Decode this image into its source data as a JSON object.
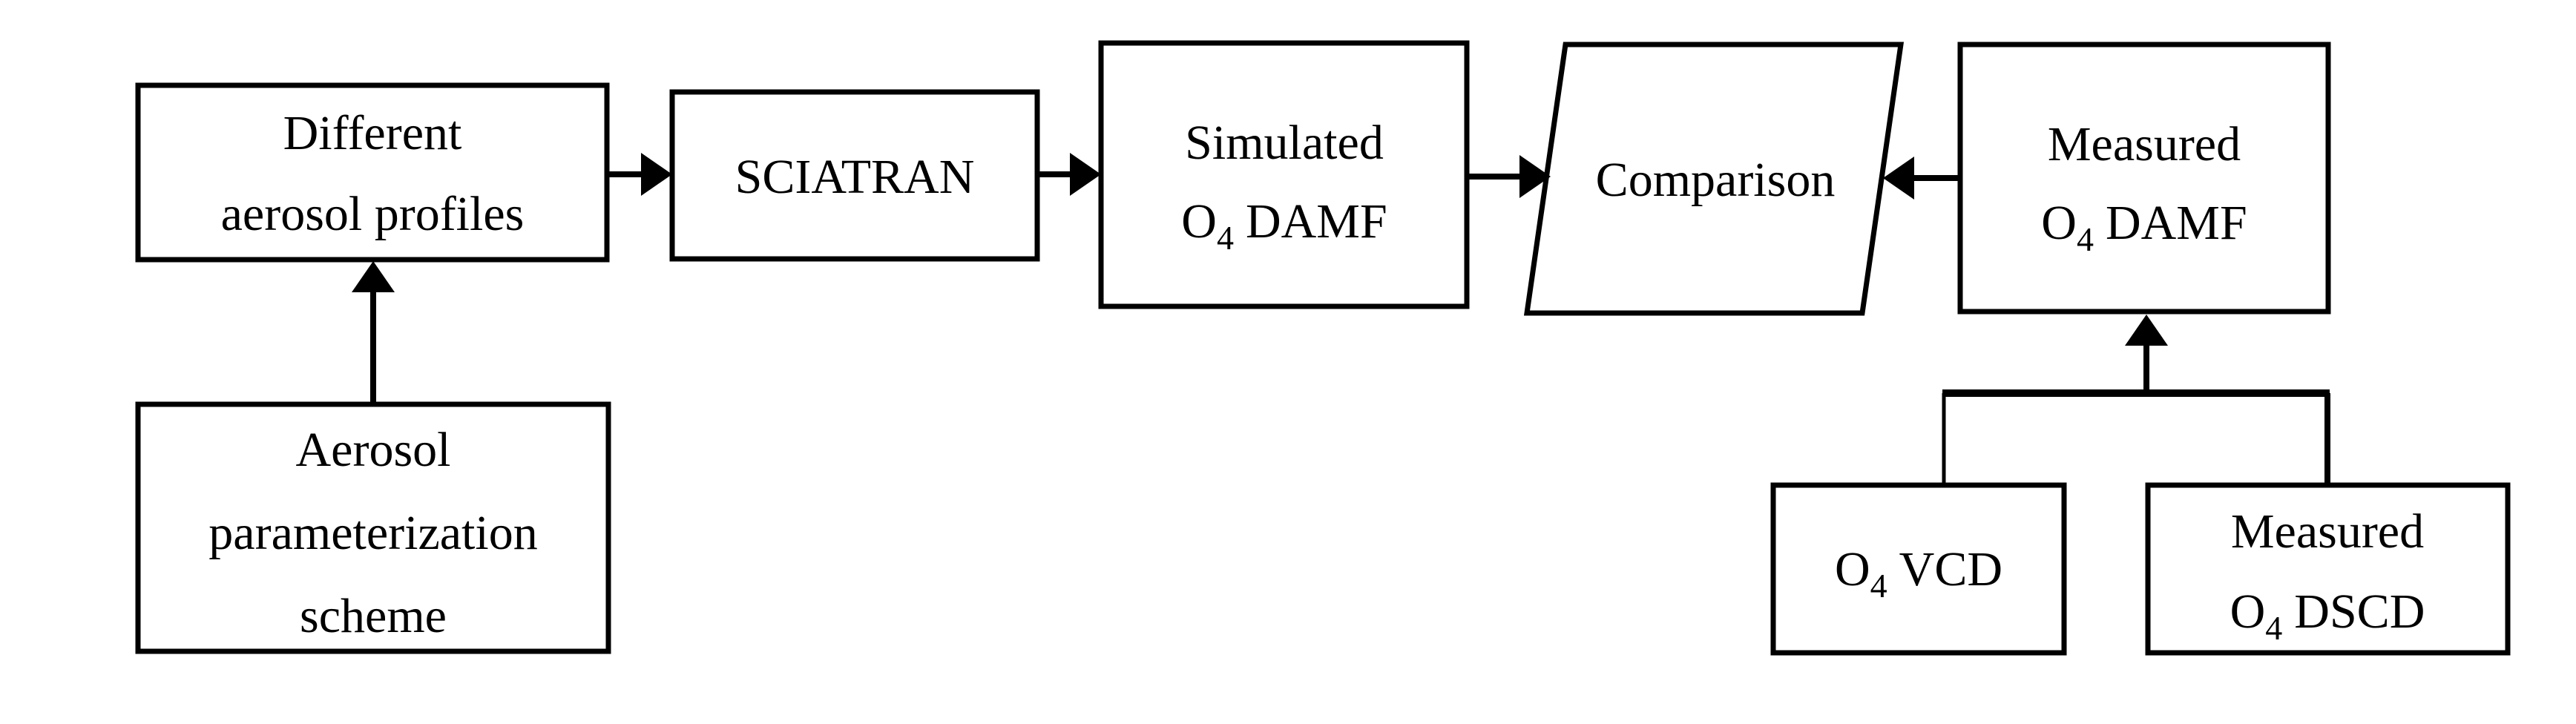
{
  "diagram": {
    "background_color": "#ffffff",
    "line_color": "#000000",
    "nodes": {
      "different_aerosol_profiles": {
        "line1": "Different",
        "line2": "aerosol profiles"
      },
      "sciatran": {
        "label": "SCIATRAN"
      },
      "simulated_o4_damf": {
        "line1": "Simulated",
        "formula": {
          "base": "O",
          "sub": "4",
          "rest": "DAMF"
        }
      },
      "comparison": {
        "label": "Comparison"
      },
      "measured_o4_damf": {
        "line1": "Measured",
        "formula": {
          "base": "O",
          "sub": "4",
          "rest": "DAMF"
        }
      },
      "aerosol_parameterization_scheme": {
        "line1": "Aerosol",
        "line2": "parameterization",
        "line3": "scheme"
      },
      "o4_vcd": {
        "formula": {
          "base": "O",
          "sub": "4",
          "rest": "VCD"
        }
      },
      "measured_o4_dscd": {
        "line1": "Measured",
        "formula": {
          "base": "O",
          "sub": "4",
          "rest": "DSCD"
        }
      }
    },
    "edges": [
      {
        "from": "different_aerosol_profiles",
        "to": "sciatran",
        "arrow": "right"
      },
      {
        "from": "sciatran",
        "to": "simulated_o4_damf",
        "arrow": "right"
      },
      {
        "from": "simulated_o4_damf",
        "to": "comparison",
        "arrow": "right"
      },
      {
        "from": "measured_o4_damf",
        "to": "comparison",
        "arrow": "left"
      },
      {
        "from": "aerosol_parameterization_scheme",
        "to": "different_aerosol_profiles",
        "arrow": "up"
      },
      {
        "from": "o4_vcd",
        "to": "measured_o4_damf",
        "arrow": "up-merged"
      },
      {
        "from": "measured_o4_dscd",
        "to": "measured_o4_damf",
        "arrow": "up-merged"
      }
    ]
  }
}
